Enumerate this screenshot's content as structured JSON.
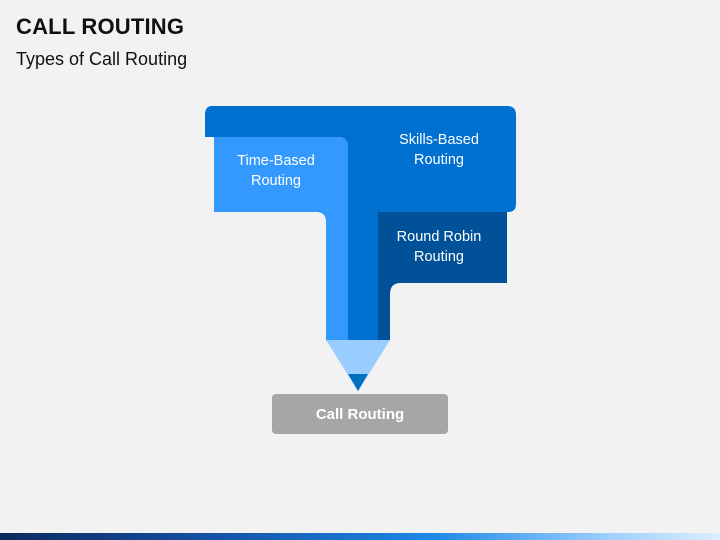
{
  "header": {
    "title": "CALL ROUTING",
    "subtitle": "Types of Call Routing"
  },
  "diagram": {
    "segments": [
      {
        "id": "time-based",
        "label": "Time-Based\nRouting",
        "color": "#3399ff"
      },
      {
        "id": "skills-based",
        "label": "Skills-Based\nRouting",
        "color": "#0070d1"
      },
      {
        "id": "round-robin",
        "label": "Round Robin\nRouting",
        "color": "#005197"
      }
    ],
    "tip_color": "#99ccff",
    "tip_point_color": "#0070c0",
    "result": {
      "label": "Call Routing",
      "color": "#a6a6a6"
    }
  },
  "footer": {
    "bar_colors": [
      "#0b2a5c",
      "#1e88e5",
      "#dcefff"
    ]
  }
}
